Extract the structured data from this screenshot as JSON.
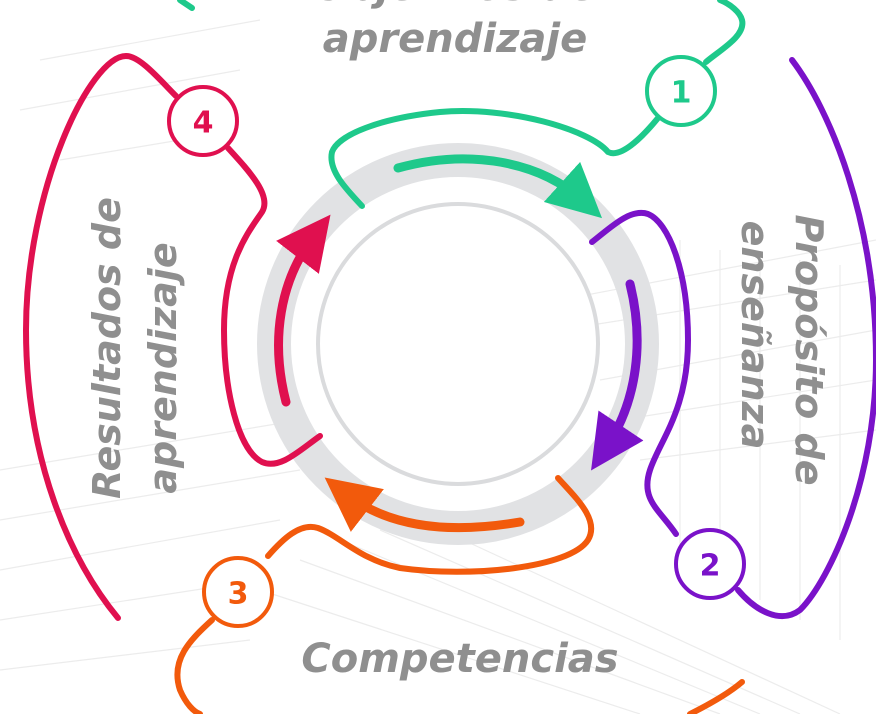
{
  "colors": {
    "green": "#1ec98b",
    "purple": "#7a12c9",
    "orange": "#f25a0c",
    "magenta": "#e0104f",
    "label_gray": "#8f8f8f",
    "ring_gray": "#e1e2e4",
    "inner_ring": "#dadbdd"
  },
  "steps": [
    {
      "number": "1",
      "color_key": "green",
      "title_line1": "Objetivos de",
      "title_line2": "aprendizaje"
    },
    {
      "number": "2",
      "color_key": "purple",
      "title_line1": "Propósito de",
      "title_line2": "enseñanza"
    },
    {
      "number": "3",
      "color_key": "orange",
      "title_line1": "Competencias",
      "title_line2": ""
    },
    {
      "number": "4",
      "color_key": "magenta",
      "title_line1": "Resultados de",
      "title_line2": "aprendizaje"
    }
  ]
}
